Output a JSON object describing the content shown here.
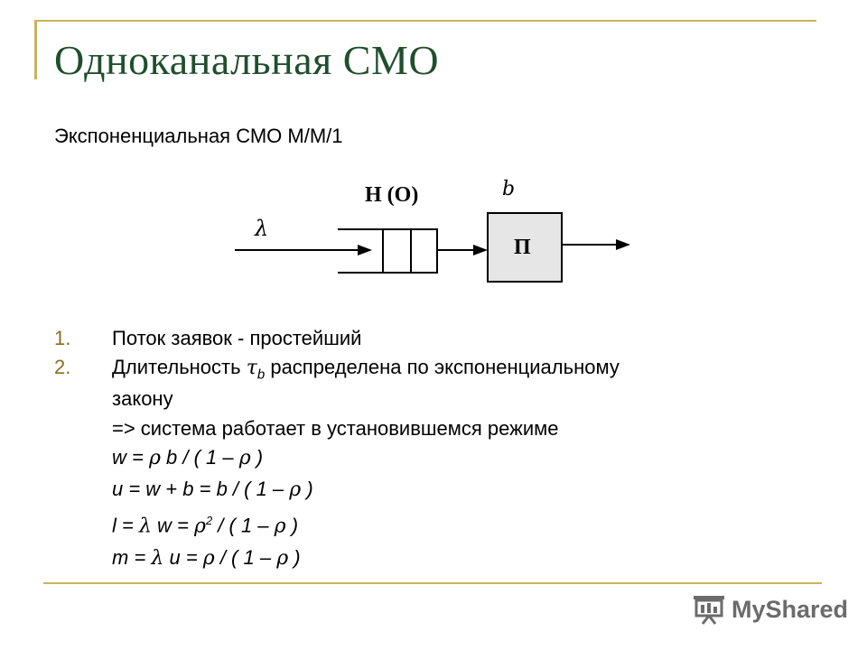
{
  "slide": {
    "title": "Одноканальная СМО",
    "subtitle": "Экспоненциальная СМО М/М/1"
  },
  "diagram": {
    "input_label": "λ",
    "queue_label": "Н (О)",
    "server_label": "П",
    "service_label": "b"
  },
  "list": {
    "items": [
      {
        "num": "1.",
        "text": "Поток заявок - простейший"
      },
      {
        "num": "2.",
        "text_before": "Длительность ",
        "tau": "τ",
        "sub": "b",
        "text_after": " распределена по экспоненциальному",
        "line2": "закону"
      }
    ],
    "conclusion": "=> система работает в установившемся режиме",
    "formulas": {
      "w_lhs": "w = ",
      "w_rho1": "ρ",
      "w_mid": " b / ( 1 – ",
      "w_rho2": "ρ",
      "w_end": " )",
      "u_text": "u = w + b = b / ( 1 – ",
      "u_rho": "ρ",
      "u_end": " )",
      "l_lhs": "l = ",
      "l_lambda": "λ",
      "l_mid1": " w = ",
      "l_rho1": "ρ",
      "l_sup": "2",
      "l_mid2": " / ( 1 – ",
      "l_rho2": "ρ",
      "l_end": " )",
      "m_lhs": "m = ",
      "m_lambda": "λ",
      "m_mid1": " u = ",
      "m_rho1": "ρ",
      "m_mid2": " / ( 1 – ",
      "m_rho2": "ρ",
      "m_end": " )"
    }
  },
  "watermark": {
    "text": "MyShared"
  },
  "colors": {
    "title": "#1f4f2d",
    "accent_line": "#c9b35a",
    "list_number": "#8a6d1e",
    "server_fill": "#e6e6e6"
  }
}
